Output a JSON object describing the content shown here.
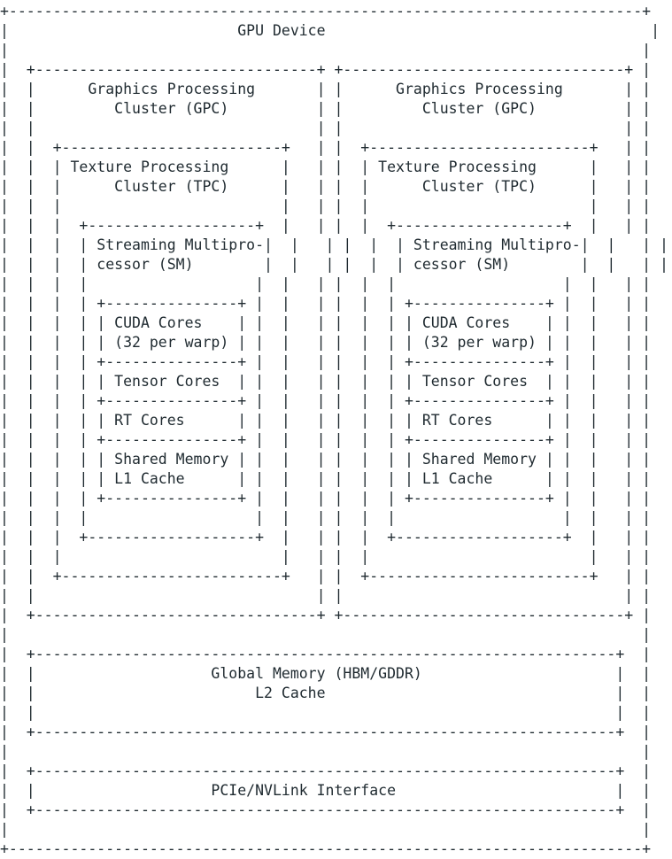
{
  "diagram": {
    "lines": [
      "+------------------------------------------------------------------------+",
      "|                          GPU Device                                     |",
      "|                                                                        |",
      "|  +--------------------------------+ +--------------------------------+ |",
      "|  |      Graphics Processing       | |      Graphics Processing       | |",
      "|  |         Cluster (GPC)          | |         Cluster (GPC)          | |",
      "|  |                                | |                                | |",
      "|  |  +-------------------------+   | |  +-------------------------+   | |",
      "|  |  | Texture Processing      |   | |  | Texture Processing      |   | |",
      "|  |  |      Cluster (TPC)      |   | |  |      Cluster (TPC)      |   | |",
      "|  |  |                         |   | |  |                         |   | |",
      "|  |  |  +-------------------+  |   | |  |  +-------------------+  |   | |",
      "|  |  |  | Streaming Multipro-|  |   | |  |  | Streaming Multipro-|  |   | |",
      "|  |  |  | cessor (SM)        |  |   | |  |  | cessor (SM)        |  |   | |",
      "|  |  |  |                   |  |   | |  |  |                   |  |   | |",
      "|  |  |  | +---------------+ |  |   | |  |  | +---------------+ |  |   | |",
      "|  |  |  | | CUDA Cores    | |  |   | |  |  | | CUDA Cores    | |  |   | |",
      "|  |  |  | | (32 per warp) | |  |   | |  |  | | (32 per warp) | |  |   | |",
      "|  |  |  | +---------------+ |  |   | |  |  | +---------------+ |  |   | |",
      "|  |  |  | | Tensor Cores  | |  |   | |  |  | | Tensor Cores  | |  |   | |",
      "|  |  |  | +---------------+ |  |   | |  |  | +---------------+ |  |   | |",
      "|  |  |  | | RT Cores      | |  |   | |  |  | | RT Cores      | |  |   | |",
      "|  |  |  | +---------------+ |  |   | |  |  | +---------------+ |  |   | |",
      "|  |  |  | | Shared Memory | |  |   | |  |  | | Shared Memory | |  |   | |",
      "|  |  |  | | L1 Cache      | |  |   | |  |  | | L1 Cache      | |  |   | |",
      "|  |  |  | +---------------+ |  |   | |  |  | +---------------+ |  |   | |",
      "|  |  |  |                   |  |   | |  |  |                   |  |   | |",
      "|  |  |  +-------------------+  |   | |  |  +-------------------+  |   | |",
      "|  |  |                         |   | |  |                         |   | |",
      "|  |  +-------------------------+   | |  +-------------------------+   | |",
      "|  |                                | |                                | |",
      "|  +--------------------------------+ +--------------------------------+ |",
      "|                                                                        |",
      "|  +------------------------------------------------------------------+  |",
      "|  |                    Global Memory (HBM/GDDR)                      |  |",
      "|  |                         L2 Cache                                 |  |",
      "|  |                                                                  |  |",
      "|  +------------------------------------------------------------------+  |",
      "|                                                                        |",
      "|  +------------------------------------------------------------------+  |",
      "|  |                    PCIe/NVLink Interface                         |  |",
      "|  +------------------------------------------------------------------+  |",
      "|                                                                        |",
      "+------------------------------------------------------------------------+"
    ]
  }
}
